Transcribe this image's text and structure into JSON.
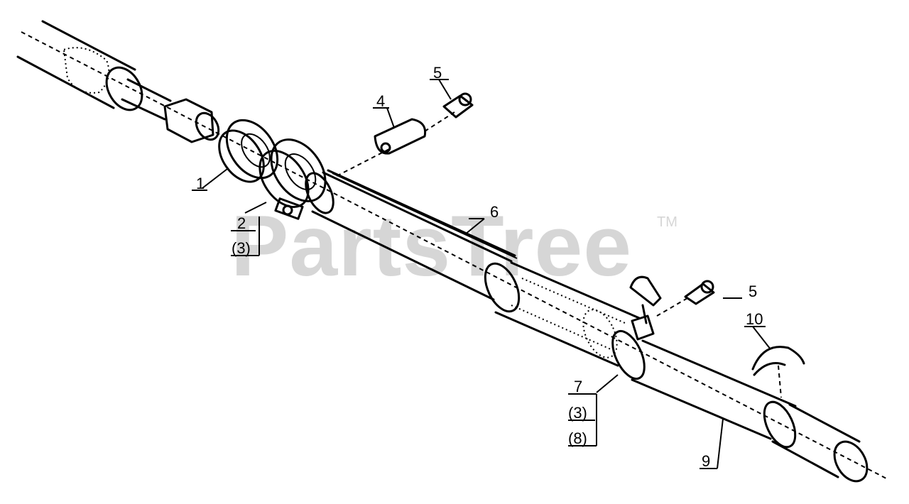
{
  "watermark": {
    "text": "PartsTree",
    "tm": "TM"
  },
  "labels": {
    "l1": "1",
    "l2": "2",
    "l2b": "(3)",
    "l4": "4",
    "l5a": "5",
    "l5b": "5",
    "l6": "6",
    "l7": "7",
    "l7b": "(3)",
    "l7c": "(8)",
    "l9": "9",
    "l10": "10"
  }
}
